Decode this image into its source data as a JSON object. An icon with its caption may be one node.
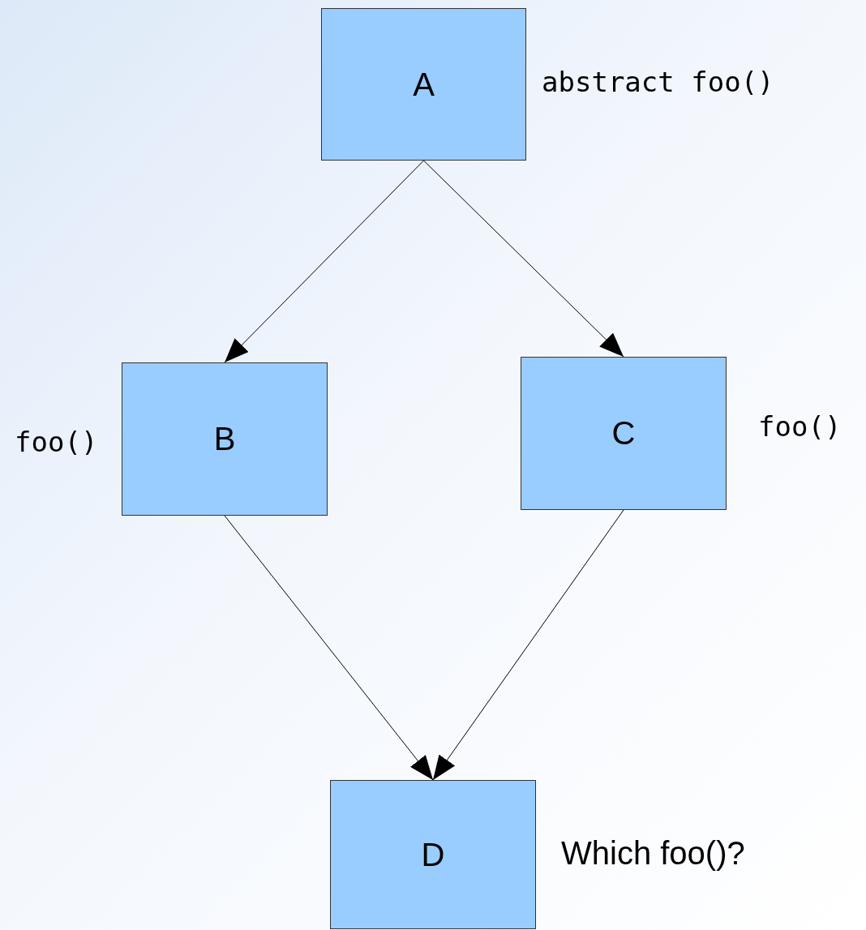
{
  "diagram": {
    "nodes": [
      {
        "text": [
          "A"
        ],
        "beside": [
          "abstract foo()"
        ]
      },
      {
        "text": [
          "B"
        ],
        "beside": [
          "foo()"
        ]
      },
      {
        "text": [
          "C"
        ],
        "beside": [
          "foo()"
        ]
      },
      {
        "text": [
          "D"
        ],
        "beside": [
          "Which foo()?"
        ]
      }
    ],
    "edges": [
      {
        "from": 0,
        "to": 1,
        "arrow": "to"
      },
      {
        "from": 0,
        "to": 2,
        "arrow": "to"
      },
      {
        "from": 1,
        "to": 3,
        "arrow": "to"
      },
      {
        "from": 2,
        "to": 3,
        "arrow": "to"
      }
    ]
  }
}
